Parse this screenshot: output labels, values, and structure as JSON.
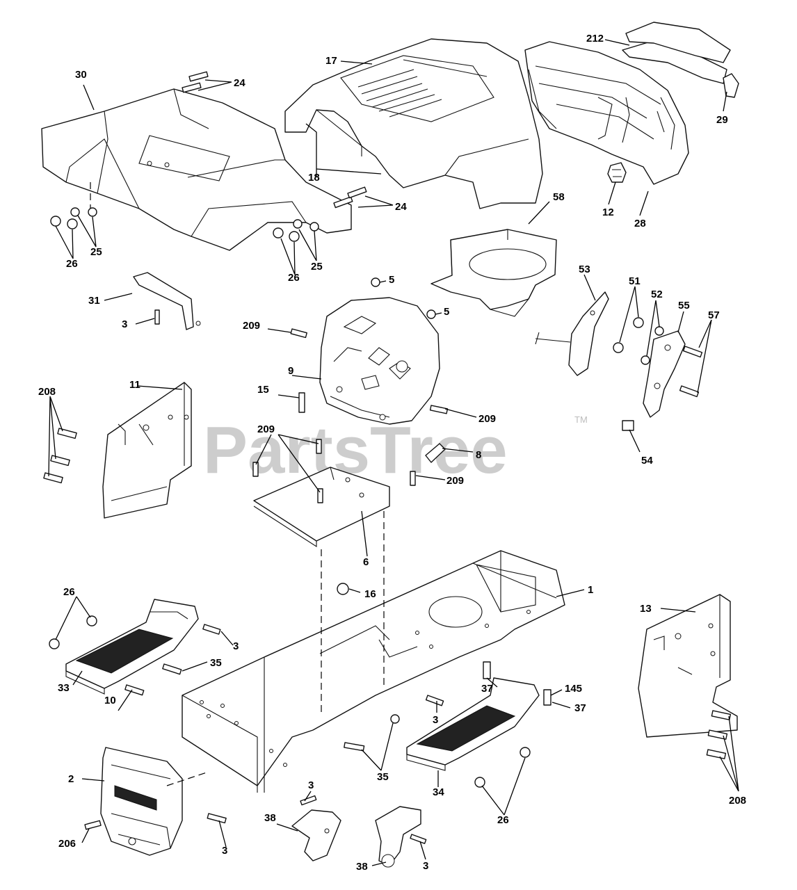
{
  "watermark": {
    "text": "PartsTree",
    "trademark": "TM"
  },
  "callouts": {
    "c1": "1",
    "c2": "2",
    "c3": "3",
    "c5": "5",
    "c6": "6",
    "c8": "8",
    "c9": "9",
    "c10": "10",
    "c11": "11",
    "c12": "12",
    "c13": "13",
    "c15": "15",
    "c16": "16",
    "c17": "17",
    "c18": "18",
    "c24": "24",
    "c25": "25",
    "c26": "26",
    "c28": "28",
    "c29": "29",
    "c30": "30",
    "c31": "31",
    "c33": "33",
    "c34": "34",
    "c35": "35",
    "c37": "37",
    "c38": "38",
    "c51": "51",
    "c52": "52",
    "c53": "53",
    "c54": "54",
    "c55": "55",
    "c57": "57",
    "c58": "58",
    "c145": "145",
    "c206": "206",
    "c208": "208",
    "c209": "209",
    "c212": "212"
  }
}
